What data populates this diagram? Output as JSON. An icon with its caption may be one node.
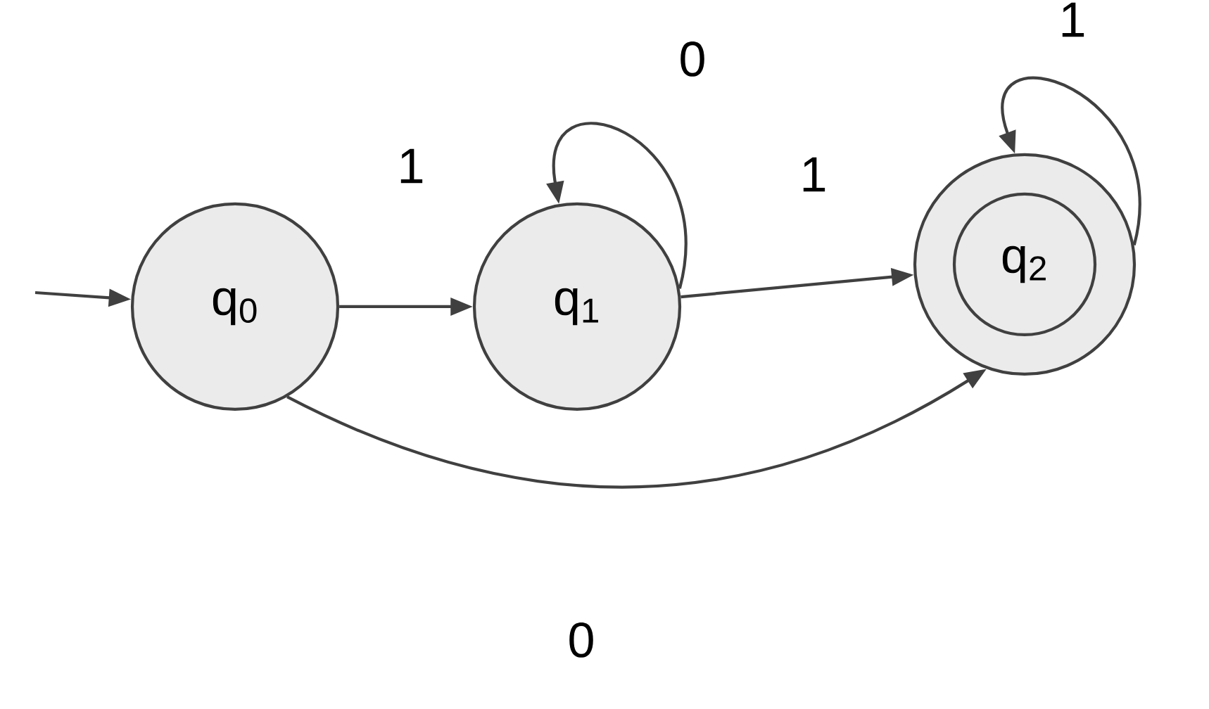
{
  "diagram": {
    "nodes": [
      {
        "text": [
          "q$_{0}$"
        ]
      },
      {
        "text": [
          "q$_{1}$"
        ]
      },
      {
        "text": [
          "q$_{2}$"
        ]
      }
    ],
    "edges": [
      {
        "from": null,
        "to": 0,
        "arrow": "to"
      },
      {
        "from": 0,
        "to": 1,
        "arrow": "to",
        "label": "1"
      },
      {
        "from": 1,
        "to": 1,
        "arrow": "to",
        "label": "0"
      },
      {
        "from": 1,
        "to": 2,
        "arrow": "to",
        "label": "1"
      },
      {
        "from": 2,
        "to": 2,
        "arrow": "to",
        "label": "1"
      },
      {
        "from": 0,
        "to": 2,
        "arrow": "to",
        "label": "0"
      }
    ]
  }
}
